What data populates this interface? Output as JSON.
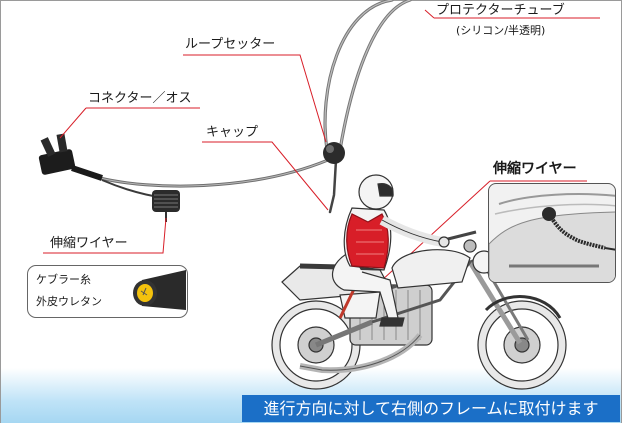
{
  "labels": {
    "protector_tube": "プロテクターチューブ",
    "protector_tube_sub": "(シリコン/半透明)",
    "loop_setter": "ループセッター",
    "connector": "コネクター／オス",
    "cap": "キャップ",
    "stretch_wire_left": "伸縮ワイヤー",
    "stretch_wire_right": "伸縮ワイヤー",
    "kevlar": "ケブラー糸",
    "urethane": "外皮ウレタン"
  },
  "banner": "進行方向に対して右側のフレームに取付けます",
  "colors": {
    "accent_red": "#d81e28",
    "banner_blue": "#1b6fc7",
    "gradient_blue": "#a6d7f2",
    "wire_gray": "#6f6f6f"
  }
}
